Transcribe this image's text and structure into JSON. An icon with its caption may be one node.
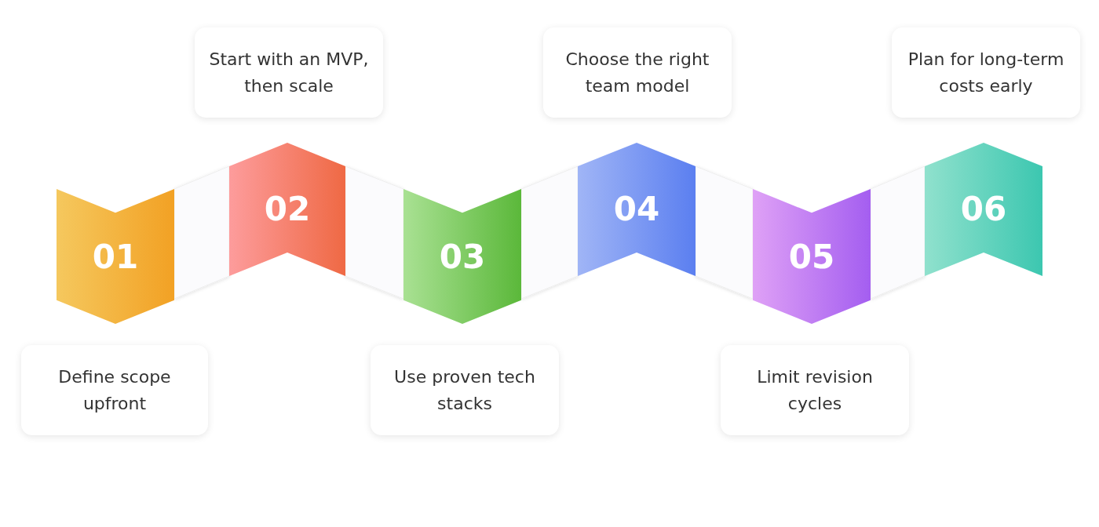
{
  "diagram": {
    "nodes": [
      {
        "text": [
          "01"
        ]
      },
      {
        "text": [
          "02"
        ]
      },
      {
        "text": [
          "03"
        ]
      },
      {
        "text": [
          "04"
        ]
      },
      {
        "text": [
          "05"
        ]
      },
      {
        "text": [
          "06"
        ]
      },
      {
        "text": [
          "Define scope upfront"
        ]
      },
      {
        "text": [
          "Start with an MVP, then scale"
        ]
      },
      {
        "text": [
          "Use proven tech stacks"
        ]
      },
      {
        "text": [
          "Choose the right team model"
        ]
      },
      {
        "text": [
          "Limit revision cycles"
        ]
      },
      {
        "text": [
          "Plan for long-term costs early"
        ]
      }
    ],
    "edges": [
      {
        "from": 0,
        "to": 1,
        "arrow": "none"
      },
      {
        "from": 1,
        "to": 2,
        "arrow": "none"
      },
      {
        "from": 2,
        "to": 3,
        "arrow": "none"
      },
      {
        "from": 3,
        "to": 4,
        "arrow": "none"
      },
      {
        "from": 4,
        "to": 5,
        "arrow": "none"
      }
    ]
  }
}
